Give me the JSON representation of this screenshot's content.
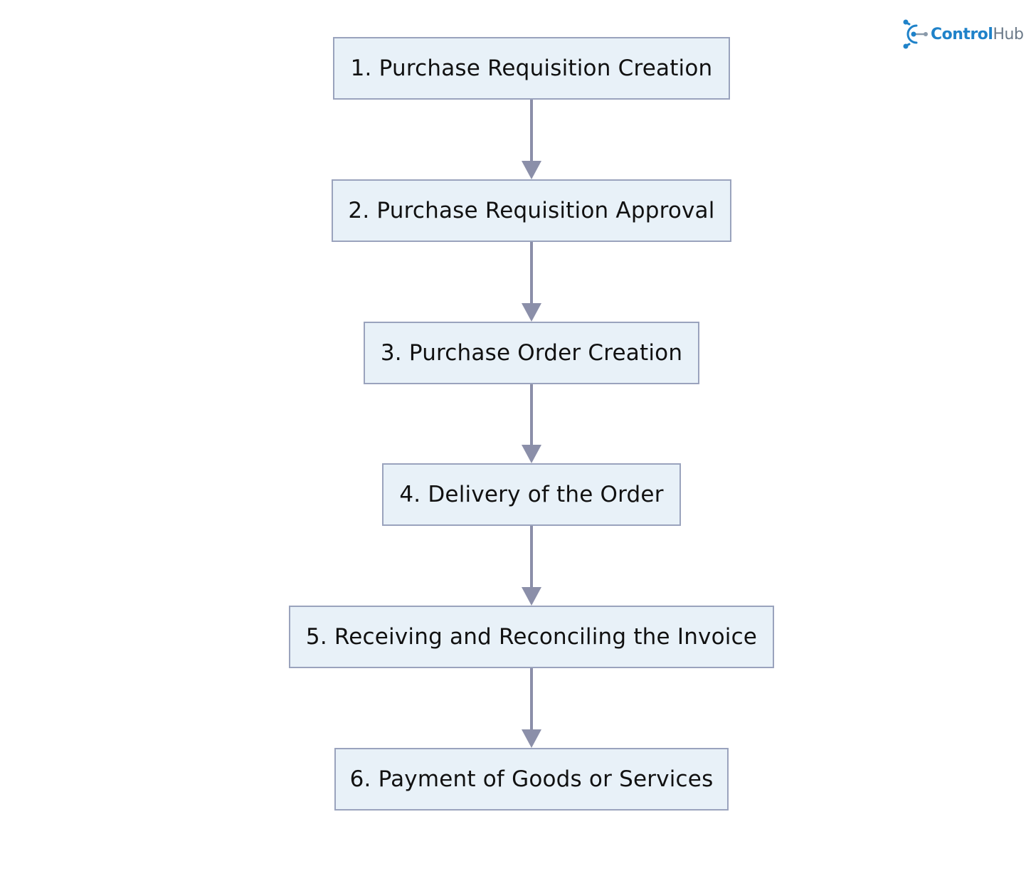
{
  "logo": {
    "part1": "Control",
    "part2": "Hub",
    "icon": "circuit-node-icon"
  },
  "flow": {
    "steps": [
      "1. Purchase Requisition Creation",
      "2. Purchase Requisition Approval",
      "3. Purchase Order Creation",
      "4. Delivery of the Order",
      "5. Receiving and Reconciling the Invoice",
      "6. Payment of Goods or Services"
    ]
  },
  "colors": {
    "node_fill": "#e8f1f8",
    "node_border": "#9aa3bd",
    "arrow": "#8b8fa9",
    "logo_accent": "#1f82c9",
    "logo_secondary": "#6c7a89"
  }
}
